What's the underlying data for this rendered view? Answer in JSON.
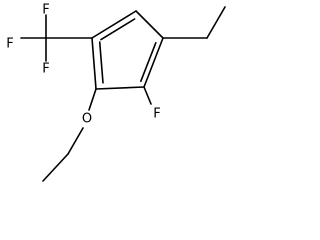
{
  "molecule": {
    "atoms": {
      "f_top": "F",
      "f_left": "F",
      "f_bottom": "F",
      "f_ring": "F",
      "oxygen": "O"
    }
  }
}
